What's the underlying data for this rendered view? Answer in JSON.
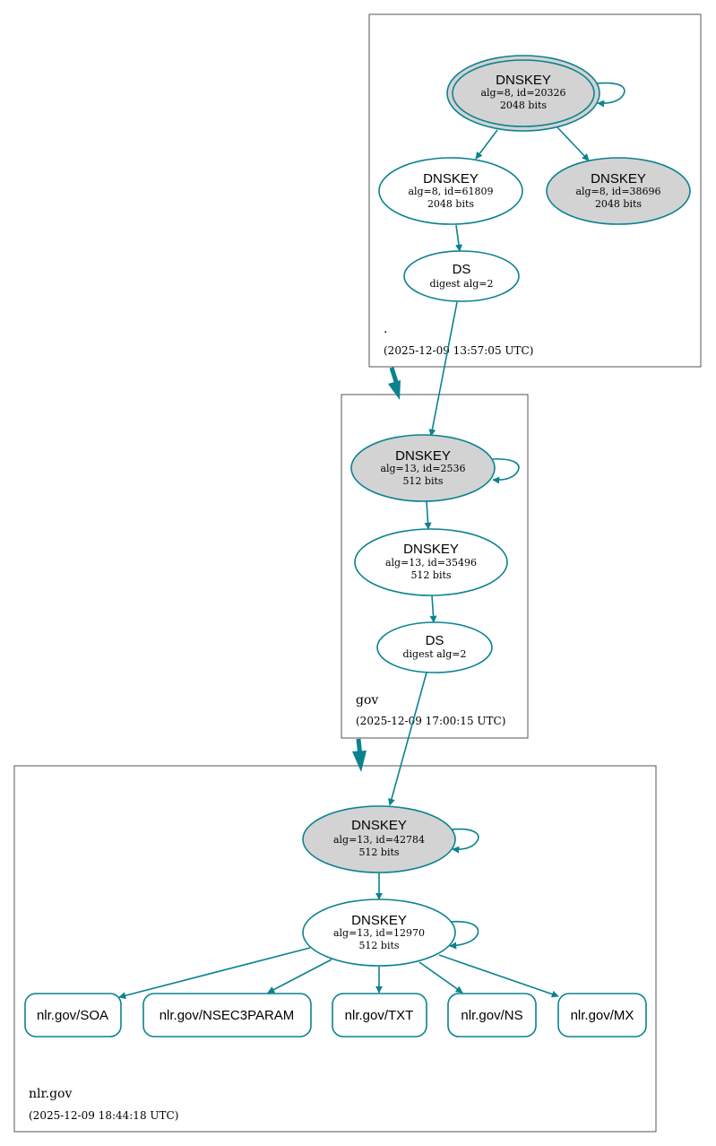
{
  "colors": {
    "edge": "#0a8290",
    "ksk_fill": "#d3d3d3",
    "node_fill": "#ffffff",
    "zone_border": "#555555"
  },
  "zones": [
    {
      "id": "root",
      "name": ".",
      "timestamp": "(2025-12-09 13:57:05 UTC)",
      "nodes": [
        {
          "id": "root-ksk",
          "kind": "DNSKEY",
          "title": "DNSKEY",
          "line1": "alg=8, id=20326",
          "line2": "2048 bits",
          "filled": true,
          "trust_anchor": true,
          "self_signed": true
        },
        {
          "id": "root-zsk",
          "kind": "DNSKEY",
          "title": "DNSKEY",
          "line1": "alg=8, id=61809",
          "line2": "2048 bits",
          "filled": false
        },
        {
          "id": "root-key2",
          "kind": "DNSKEY",
          "title": "DNSKEY",
          "line1": "alg=8, id=38696",
          "line2": "2048 bits",
          "filled": true
        },
        {
          "id": "root-ds",
          "kind": "DS",
          "title": "DS",
          "line1": "digest alg=2",
          "filled": false
        }
      ]
    },
    {
      "id": "gov",
      "name": "gov",
      "timestamp": "(2025-12-09 17:00:15 UTC)",
      "nodes": [
        {
          "id": "gov-ksk",
          "kind": "DNSKEY",
          "title": "DNSKEY",
          "line1": "alg=13, id=2536",
          "line2": "512 bits",
          "filled": true,
          "self_signed": true
        },
        {
          "id": "gov-zsk",
          "kind": "DNSKEY",
          "title": "DNSKEY",
          "line1": "alg=13, id=35496",
          "line2": "512 bits",
          "filled": false
        },
        {
          "id": "gov-ds",
          "kind": "DS",
          "title": "DS",
          "line1": "digest alg=2",
          "filled": false
        }
      ]
    },
    {
      "id": "nlr",
      "name": "nlr.gov",
      "timestamp": "(2025-12-09 18:44:18 UTC)",
      "nodes": [
        {
          "id": "nlr-ksk",
          "kind": "DNSKEY",
          "title": "DNSKEY",
          "line1": "alg=13, id=42784",
          "line2": "512 bits",
          "filled": true,
          "self_signed": true
        },
        {
          "id": "nlr-zsk",
          "kind": "DNSKEY",
          "title": "DNSKEY",
          "line1": "alg=13, id=12970",
          "line2": "512 bits",
          "filled": false,
          "self_signed": true
        }
      ],
      "records": [
        {
          "id": "rr-soa",
          "label": "nlr.gov/SOA"
        },
        {
          "id": "rr-nsec3param",
          "label": "nlr.gov/NSEC3PARAM"
        },
        {
          "id": "rr-txt",
          "label": "nlr.gov/TXT"
        },
        {
          "id": "rr-ns",
          "label": "nlr.gov/NS"
        },
        {
          "id": "rr-mx",
          "label": "nlr.gov/MX"
        }
      ]
    }
  ],
  "edges": [
    {
      "from": "root-ksk",
      "to": "root-zsk"
    },
    {
      "from": "root-ksk",
      "to": "root-key2"
    },
    {
      "from": "root-zsk",
      "to": "root-ds"
    },
    {
      "from": "root-ds",
      "to": "gov-ksk"
    },
    {
      "from": "gov-ksk",
      "to": "gov-zsk"
    },
    {
      "from": "gov-zsk",
      "to": "gov-ds"
    },
    {
      "from": "gov-ds",
      "to": "nlr-ksk"
    },
    {
      "from": "nlr-ksk",
      "to": "nlr-zsk"
    },
    {
      "from": "nlr-zsk",
      "to": "rr-soa"
    },
    {
      "from": "nlr-zsk",
      "to": "rr-nsec3param"
    },
    {
      "from": "nlr-zsk",
      "to": "rr-txt"
    },
    {
      "from": "nlr-zsk",
      "to": "rr-ns"
    },
    {
      "from": "nlr-zsk",
      "to": "rr-mx"
    }
  ],
  "delegations": [
    {
      "from": "root",
      "to": "gov"
    },
    {
      "from": "gov",
      "to": "nlr"
    }
  ]
}
